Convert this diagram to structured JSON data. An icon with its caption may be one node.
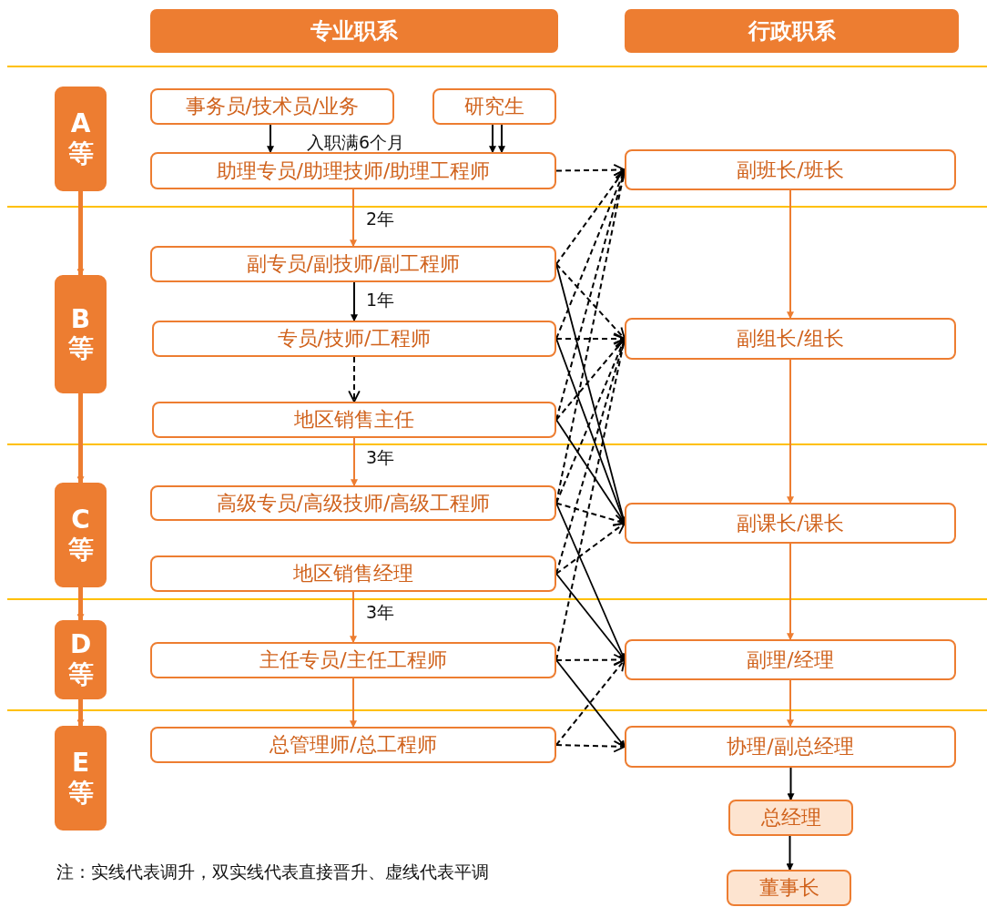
{
  "diagram": {
    "nodes": [
      {
        "text": [
          "专业职系"
        ]
      },
      {
        "text": [
          "行政职系"
        ]
      },
      {
        "text": [
          "A等"
        ]
      },
      {
        "text": [
          "B等"
        ]
      },
      {
        "text": [
          "C等"
        ]
      },
      {
        "text": [
          "D等"
        ]
      },
      {
        "text": [
          "E等"
        ]
      },
      {
        "text": [
          "事务员/技术员/业务"
        ]
      },
      {
        "text": [
          "研究生"
        ]
      },
      {
        "text": [
          "助理专员/助理技师/助理工程师"
        ]
      },
      {
        "text": [
          "副专员/副技师/副工程师"
        ]
      },
      {
        "text": [
          "专员/技师/工程师"
        ]
      },
      {
        "text": [
          "地区销售主任"
        ]
      },
      {
        "text": [
          "高级专员/高级技师/高级工程师"
        ]
      },
      {
        "text": [
          "地区销售经理"
        ]
      },
      {
        "text": [
          "主任专员/主任工程师"
        ]
      },
      {
        "text": [
          "总管理师/总工程师"
        ]
      },
      {
        "text": [
          "副班长/班长"
        ]
      },
      {
        "text": [
          "副组长/组长"
        ]
      },
      {
        "text": [
          "副课长/课长"
        ]
      },
      {
        "text": [
          "副理/经理"
        ]
      },
      {
        "text": [
          "协理/副总经理"
        ]
      },
      {
        "text": [
          "总经理"
        ]
      },
      {
        "text": [
          "董事长"
        ]
      }
    ],
    "edges": [
      {
        "from": 2,
        "to": 3,
        "arrow": "to",
        "style": "thick",
        "color": "#ed7d31"
      },
      {
        "from": 3,
        "to": 4,
        "arrow": "to",
        "style": "thick",
        "color": "#ed7d31"
      },
      {
        "from": 4,
        "to": 5,
        "arrow": "to",
        "style": "thick",
        "color": "#ed7d31"
      },
      {
        "from": 5,
        "to": 6,
        "arrow": "to",
        "style": "thick",
        "color": "#ed7d31"
      },
      {
        "from": 7,
        "to": 9,
        "arrow": "to",
        "label": "入职满6个月"
      },
      {
        "from": 8,
        "to": 9,
        "arrow": "to"
      },
      {
        "from": 8,
        "to": 9,
        "arrow": "to"
      },
      {
        "from": 9,
        "to": 10,
        "arrow": "to",
        "label": "2年",
        "color": "#ed7d31"
      },
      {
        "from": 10,
        "to": 11,
        "arrow": "to",
        "label": "1年"
      },
      {
        "from": 11,
        "to": 12,
        "arrow": "to",
        "style": "dashed"
      },
      {
        "from": 12,
        "to": 13,
        "arrow": "to",
        "label": "3年",
        "color": "#ed7d31"
      },
      {
        "from": 14,
        "to": 15,
        "arrow": "to",
        "label": "3年",
        "color": "#ed7d31"
      },
      {
        "from": 15,
        "to": 16,
        "arrow": "to",
        "color": "#ed7d31"
      },
      {
        "from": 17,
        "to": 18,
        "arrow": "to",
        "color": "#ed7d31"
      },
      {
        "from": 18,
        "to": 19,
        "arrow": "to",
        "color": "#ed7d31"
      },
      {
        "from": 19,
        "to": 20,
        "arrow": "to",
        "color": "#ed7d31"
      },
      {
        "from": 20,
        "to": 21,
        "arrow": "to",
        "color": "#ed7d31"
      },
      {
        "from": 21,
        "to": 22,
        "arrow": "to"
      },
      {
        "from": 22,
        "to": 23,
        "arrow": "to"
      },
      {
        "from": 9,
        "to": 17,
        "arrow": "to",
        "style": "dashed"
      },
      {
        "from": 10,
        "to": 17,
        "arrow": "to",
        "style": "dashed"
      },
      {
        "from": 10,
        "to": 18,
        "arrow": "to",
        "style": "dashed"
      },
      {
        "from": 11,
        "to": 17,
        "arrow": "to",
        "style": "dashed"
      },
      {
        "from": 11,
        "to": 18,
        "arrow": "to",
        "style": "dashed"
      },
      {
        "from": 12,
        "to": 17,
        "arrow": "to",
        "style": "dashed"
      },
      {
        "from": 12,
        "to": 18,
        "arrow": "to",
        "style": "dashed"
      },
      {
        "from": 13,
        "to": 17,
        "arrow": "to",
        "style": "dashed"
      },
      {
        "from": 13,
        "to": 18,
        "arrow": "to",
        "style": "dashed"
      },
      {
        "from": 13,
        "to": 19,
        "arrow": "to",
        "style": "dashed"
      },
      {
        "from": 14,
        "to": 18,
        "arrow": "to",
        "style": "dashed"
      },
      {
        "from": 14,
        "to": 19,
        "arrow": "to",
        "style": "dashed"
      },
      {
        "from": 15,
        "to": 18,
        "arrow": "to",
        "style": "dashed"
      },
      {
        "from": 15,
        "to": 20,
        "arrow": "to",
        "style": "dashed"
      },
      {
        "from": 16,
        "to": 20,
        "arrow": "to",
        "style": "dashed"
      },
      {
        "from": 16,
        "to": 21,
        "arrow": "to",
        "style": "dashed"
      },
      {
        "from": 10,
        "to": 19,
        "arrow": "to"
      },
      {
        "from": 11,
        "to": 19,
        "arrow": "to"
      },
      {
        "from": 12,
        "to": 19,
        "arrow": "to"
      },
      {
        "from": 13,
        "to": 20,
        "arrow": "to"
      },
      {
        "from": 14,
        "to": 20,
        "arrow": "to"
      },
      {
        "from": 15,
        "to": 21,
        "arrow": "to"
      }
    ],
    "labels": [
      "注：实线代表调升，双实线代表直接晋升、虚线代表平调"
    ]
  }
}
